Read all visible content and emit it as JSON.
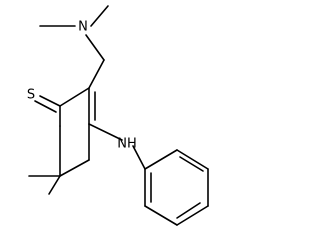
{
  "molecule": {
    "colors": {
      "bond": "#000000",
      "label": "#000000",
      "background": "#ffffff"
    },
    "labels": {
      "sulfur": "S",
      "amine_nitrogen": "N",
      "aniline_nitrogen": "NH"
    }
  }
}
